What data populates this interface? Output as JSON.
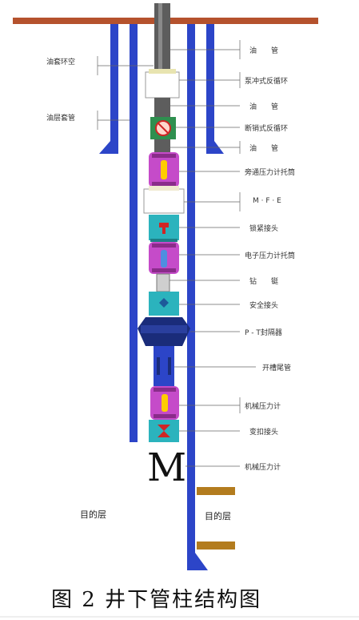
{
  "left_labels": {
    "annulus": "油套环空",
    "casing": "油层套管"
  },
  "right_labels": [
    {
      "id": "tubing-1",
      "text": "油　　管"
    },
    {
      "id": "pump-reverse-valve",
      "text": "泵冲式反循环"
    },
    {
      "id": "tubing-2",
      "text": "油　　管"
    },
    {
      "id": "pin-reverse-valve",
      "text": "断销式反循环"
    },
    {
      "id": "tubing-3",
      "text": "油　　管"
    },
    {
      "id": "bypass-gauge-carrier",
      "text": "旁通压力计托筒"
    },
    {
      "id": "mfe",
      "text": "M · F · E"
    },
    {
      "id": "lock-joint",
      "text": "锁紧接头"
    },
    {
      "id": "electronic-gauge-carrier",
      "text": "电子压力计托筒"
    },
    {
      "id": "drill-collar",
      "text": "钻　　铤"
    },
    {
      "id": "safety-joint",
      "text": "安全接头"
    },
    {
      "id": "pt-packer",
      "text": "P - T封隔器"
    },
    {
      "id": "slotted-tail-pipe",
      "text": "开槽尾管"
    },
    {
      "id": "mechanical-gauge-1",
      "text": "机械压力计"
    },
    {
      "id": "crossover",
      "text": "变扣接头"
    },
    {
      "id": "mechanical-gauge-2",
      "text": "机械压力计"
    }
  ],
  "zone_labels": {
    "left": "目的层",
    "right": "目的层"
  },
  "big_letter": "M",
  "caption": "图 2  井下管柱结构图",
  "colors": {
    "wellhead_bar": "#b5522d",
    "casing_blue": "#2c45c8",
    "tubing_gray": "#5d5d5d",
    "green_tool": "#2f8f4f",
    "magenta_tool": "#c54bc9",
    "cyan_tool": "#2bb3bd",
    "navy_packer": "#1a2c7a",
    "target_layer": "#b37c1e"
  },
  "icons": [
    "no-entry-icon",
    "hourglass-icon"
  ]
}
